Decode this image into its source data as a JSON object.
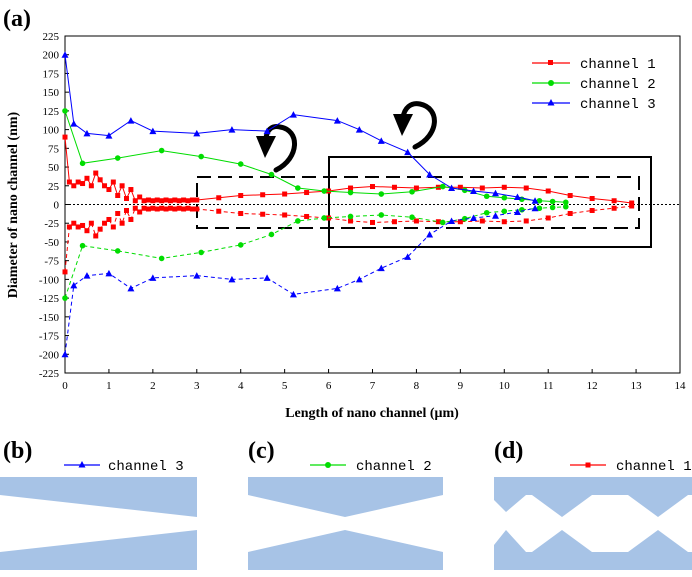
{
  "panel_labels": {
    "a": "(a)",
    "b": "(b)",
    "c": "(c)",
    "d": "(d)"
  },
  "colors": {
    "channel_1": "#ff0000",
    "channel_2": "#00dd00",
    "channel_3": "#0000ff",
    "shape_fill": "#a7c3e6"
  },
  "chart_data": {
    "type": "line",
    "xlabel": "Length of nano channel (μm)",
    "ylabel": "Diameter of nano channel (nm)",
    "xlim": [
      0,
      14
    ],
    "ylim": [
      -225,
      225
    ],
    "xticks": [
      0,
      1,
      2,
      3,
      4,
      5,
      6,
      7,
      8,
      9,
      10,
      11,
      12,
      13,
      14
    ],
    "yticks": [
      -225,
      -200,
      -175,
      -150,
      -125,
      -100,
      -75,
      -50,
      -25,
      0,
      25,
      50,
      75,
      100,
      125,
      150,
      175,
      200,
      225
    ],
    "legend_position": "top-right",
    "series": [
      {
        "name": "channel 1",
        "color": "#ff0000",
        "marker": "square",
        "x": [
          0,
          0.1,
          0.2,
          0.3,
          0.4,
          0.5,
          0.6,
          0.7,
          0.8,
          0.9,
          1.0,
          1.1,
          1.2,
          1.3,
          1.4,
          1.5,
          1.6,
          1.7,
          1.8,
          1.9,
          2.0,
          2.1,
          2.2,
          2.3,
          2.4,
          2.5,
          2.6,
          2.7,
          2.8,
          2.9,
          3.0,
          3.5,
          4.0,
          4.5,
          5.0,
          5.5,
          6.0,
          6.5,
          7.0,
          7.5,
          8.0,
          8.5,
          9.0,
          9.5,
          10.0,
          10.5,
          11.0,
          11.5,
          12.0,
          12.5,
          12.9
        ],
        "y": [
          90,
          30,
          25,
          30,
          28,
          35,
          25,
          42,
          33,
          25,
          20,
          30,
          12,
          25,
          8,
          20,
          5,
          10,
          5,
          6,
          5,
          6,
          5,
          6,
          5,
          6,
          5,
          6,
          5,
          6,
          6,
          9,
          12,
          13,
          14,
          16,
          18,
          22,
          24,
          23,
          22,
          23,
          23,
          22,
          23,
          22,
          18,
          12,
          8,
          5,
          2
        ]
      },
      {
        "name": "channel 2",
        "color": "#00dd00",
        "marker": "circle",
        "x": [
          0,
          0.4,
          1.2,
          2.2,
          3.1,
          4.0,
          4.7,
          5.3,
          5.9,
          6.5,
          7.2,
          7.9,
          8.6,
          9.1,
          9.6,
          10.0,
          10.4,
          10.8,
          11.1,
          11.4
        ],
        "y": [
          125,
          55,
          62,
          72,
          64,
          54,
          40,
          22,
          18,
          16,
          14,
          17,
          24,
          19,
          11,
          9,
          7,
          5,
          4,
          3
        ]
      },
      {
        "name": "channel 3",
        "color": "#0000ff",
        "marker": "triangle",
        "x": [
          0,
          0.2,
          0.5,
          1.0,
          1.5,
          2.0,
          3.0,
          3.8,
          4.6,
          5.2,
          6.2,
          6.7,
          7.2,
          7.8,
          8.3,
          8.8,
          9.3,
          9.8,
          10.3,
          10.7
        ],
        "y": [
          200,
          108,
          95,
          92,
          112,
          98,
          95,
          100,
          98,
          120,
          112,
          100,
          85,
          70,
          40,
          22,
          18,
          15,
          10,
          5
        ]
      }
    ]
  },
  "legend": {
    "entries": [
      "channel 1",
      "channel 2",
      "channel 3"
    ]
  },
  "bottom_panels": [
    {
      "label": "(b)",
      "legend": "channel 3",
      "color": "#0000ff",
      "marker": "triangle"
    },
    {
      "label": "(c)",
      "legend": "channel 2",
      "color": "#00dd00",
      "marker": "circle"
    },
    {
      "label": "(d)",
      "legend": "channel 1",
      "color": "#ff0000",
      "marker": "square"
    }
  ]
}
